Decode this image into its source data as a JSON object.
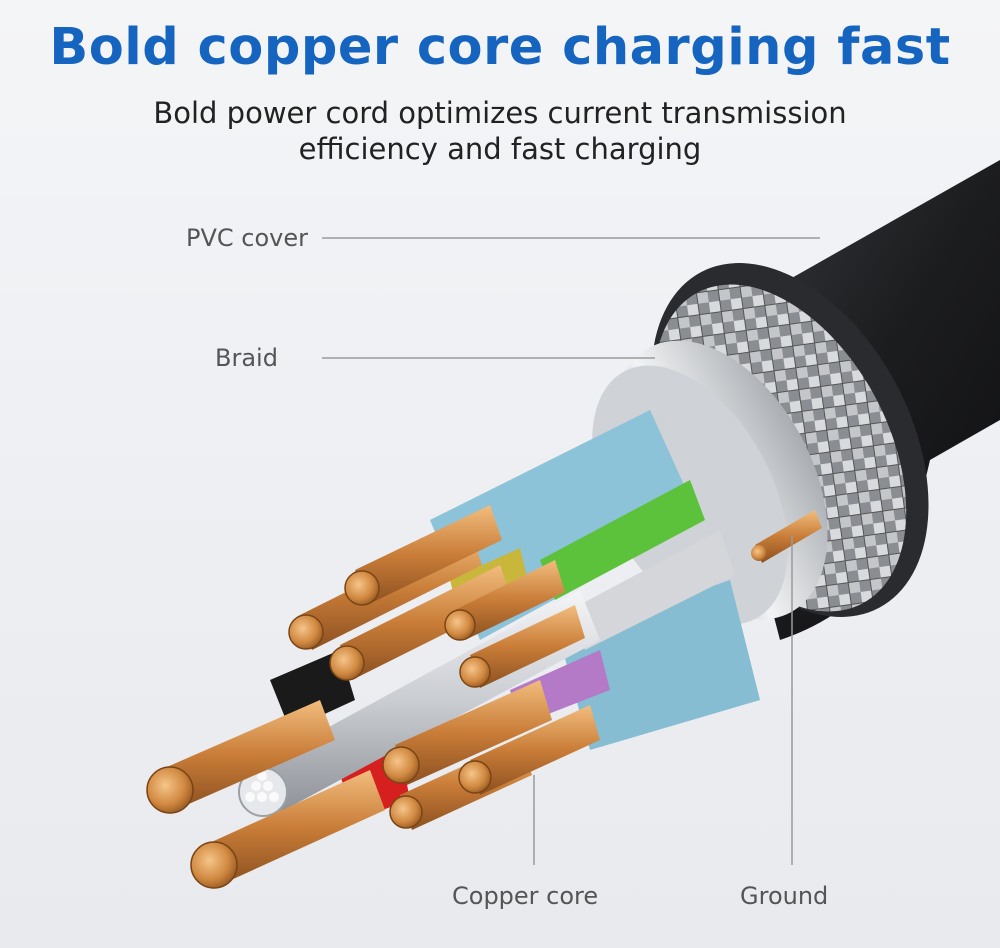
{
  "header": {
    "title": "Bold copper core charging fast",
    "subtitle_line1": "Bold power cord optimizes current transmission",
    "subtitle_line2": "efficiency and fast charging"
  },
  "labels": {
    "pvc": "PVC cover",
    "braid": "Braid",
    "copper": "Copper core",
    "ground": "Ground"
  },
  "colors": {
    "title": "#1565c0",
    "jacket": "#1f2022",
    "copper": "#d08840",
    "insulation_blue": "#8cc3d8",
    "insulation_green": "#5cc23c",
    "insulation_yellow": "#c8b73a",
    "insulation_black": "#1a1a1a",
    "insulation_red": "#d62020",
    "insulation_purple": "#b47ac8"
  }
}
